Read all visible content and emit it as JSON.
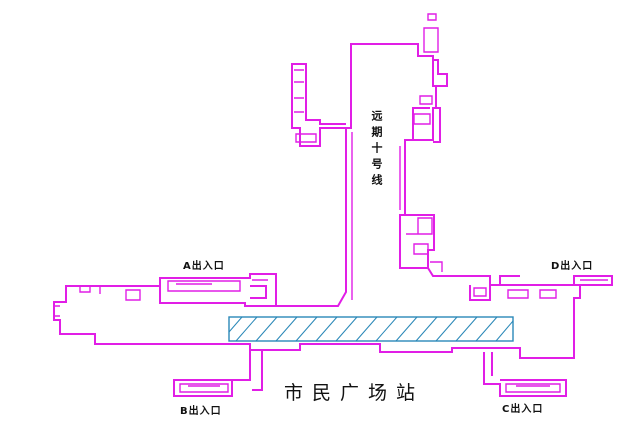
{
  "diagram": {
    "station_name": "市民广场站",
    "future_line_label": "远期十号线",
    "entrances": {
      "a": "A出入口",
      "b": "B出入口",
      "c": "C出入口",
      "d": "D出入口"
    },
    "colors": {
      "wall": "#e11ee6",
      "platform_hatch": "#2a88b8",
      "text": "#111111"
    }
  }
}
